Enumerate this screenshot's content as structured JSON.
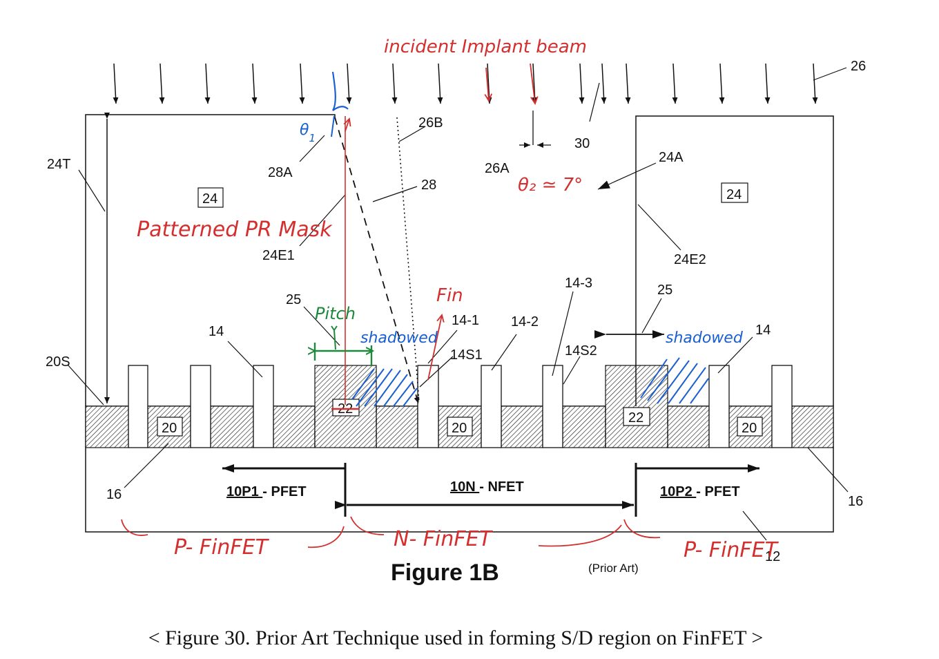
{
  "labels": {
    "n26": "26",
    "n26B": "26B",
    "n26A": "26A",
    "n30": "30",
    "n24T": "24T",
    "n28A": "28A",
    "n28": "28",
    "n24_left": "24",
    "n24_right": "24",
    "n24A": "24A",
    "n24E1": "24E1",
    "n24E2": "24E2",
    "n25_left": "25",
    "n25_right": "25",
    "n14_left": "14",
    "n14_right": "14",
    "n14_1": "14-1",
    "n14_2": "14-2",
    "n14_3": "14-3",
    "n14S1": "14S1",
    "n14S2": "14S2",
    "n20S": "20S",
    "n20_a": "20",
    "n20_b": "20",
    "n20_c": "20",
    "n22_left": "22",
    "n22_right": "22",
    "n16_left": "16",
    "n16_right": "16",
    "n12": "12",
    "pfet1_code": "10P1 ",
    "pfet1_text": "- PFET",
    "nfet_code": "10N ",
    "nfet_text": "- NFET",
    "pfet2_code": "10P2 ",
    "pfet2_text": "- PFET"
  },
  "figure_title": "Figure 1B",
  "prior_art": "(Prior Art)",
  "annotations": {
    "incident_beam": "incident Implant beam",
    "theta1": "θ",
    "theta1_sub": "1",
    "theta2": "θ₂ ≃ 7°",
    "mask": "Patterned PR Mask",
    "fin": "Fin",
    "pitch": "Pitch",
    "shadowed_left": "shadowed",
    "shadowed_right": "shadowed",
    "p_finfet_left": "P- FinFET",
    "n_finfet": "N- FinFET",
    "p_finfet_right": "P- FinFET"
  },
  "caption": "< Figure 30. Prior Art Technique used in forming S/D region on FinFET >",
  "colors": {
    "ink": "#111111",
    "annotation_red": "#d32f2f",
    "annotation_blue": "#1a5fd0",
    "annotation_green": "#1b8a3a"
  }
}
